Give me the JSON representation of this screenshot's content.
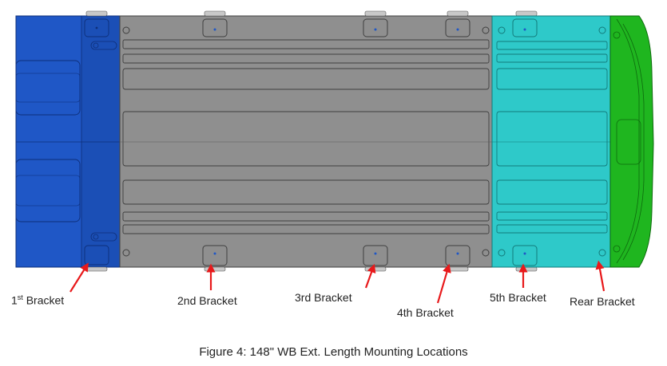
{
  "caption": "Figure 4:  148\" WB Ext. Length Mounting Locations",
  "labels": {
    "bracket_1_num": "1",
    "bracket_1_sup": "st",
    "bracket_1_word": " Bracket",
    "bracket_2": "2nd Bracket",
    "bracket_3": "3rd Bracket",
    "bracket_4": "4th Bracket",
    "bracket_5": "5th Bracket",
    "bracket_rear": "Rear Bracket"
  },
  "colors": {
    "front_section": "#1f57c6",
    "middle_section": "#8f8f8f",
    "rear_section": "#2ec9c9",
    "bumper": "#1fb61f",
    "arrow": "#e8191b"
  }
}
